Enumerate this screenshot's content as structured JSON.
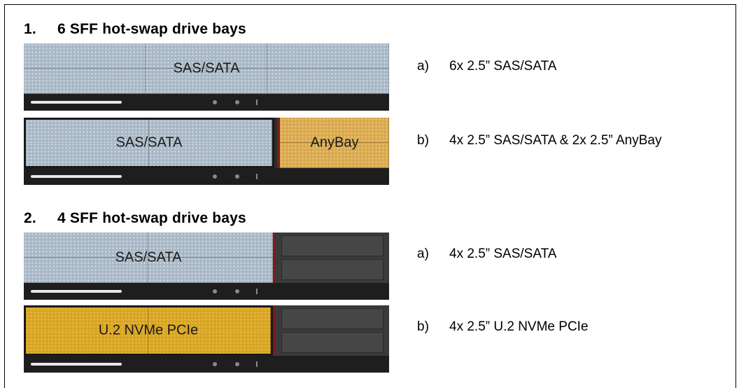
{
  "sections": [
    {
      "number": "1.",
      "title": "6 SFF hot-swap drive bays",
      "configs": [
        {
          "letter": "a)",
          "description": "6x 2.5” SAS/SATA",
          "labels": [
            "SAS/SATA"
          ]
        },
        {
          "letter": "b)",
          "description": "4x 2.5” SAS/SATA & 2x 2.5” AnyBay",
          "labels": [
            "SAS/SATA",
            "AnyBay"
          ]
        }
      ]
    },
    {
      "number": "2.",
      "title": "4 SFF hot-swap drive bays",
      "configs": [
        {
          "letter": "a)",
          "description": "4x 2.5” SAS/SATA",
          "labels": [
            "SAS/SATA"
          ]
        },
        {
          "letter": "b)",
          "description": "4x 2.5” U.2 NVMe PCIe",
          "labels": [
            "U.2 NVMe PCIe"
          ]
        }
      ]
    }
  ],
  "colors": {
    "sas_sata": "#a9b8c6",
    "anybay": "#d9a94f",
    "nvme": "#d8a424",
    "blank": "#3a3a3a",
    "divider": "#7a1d1d"
  }
}
